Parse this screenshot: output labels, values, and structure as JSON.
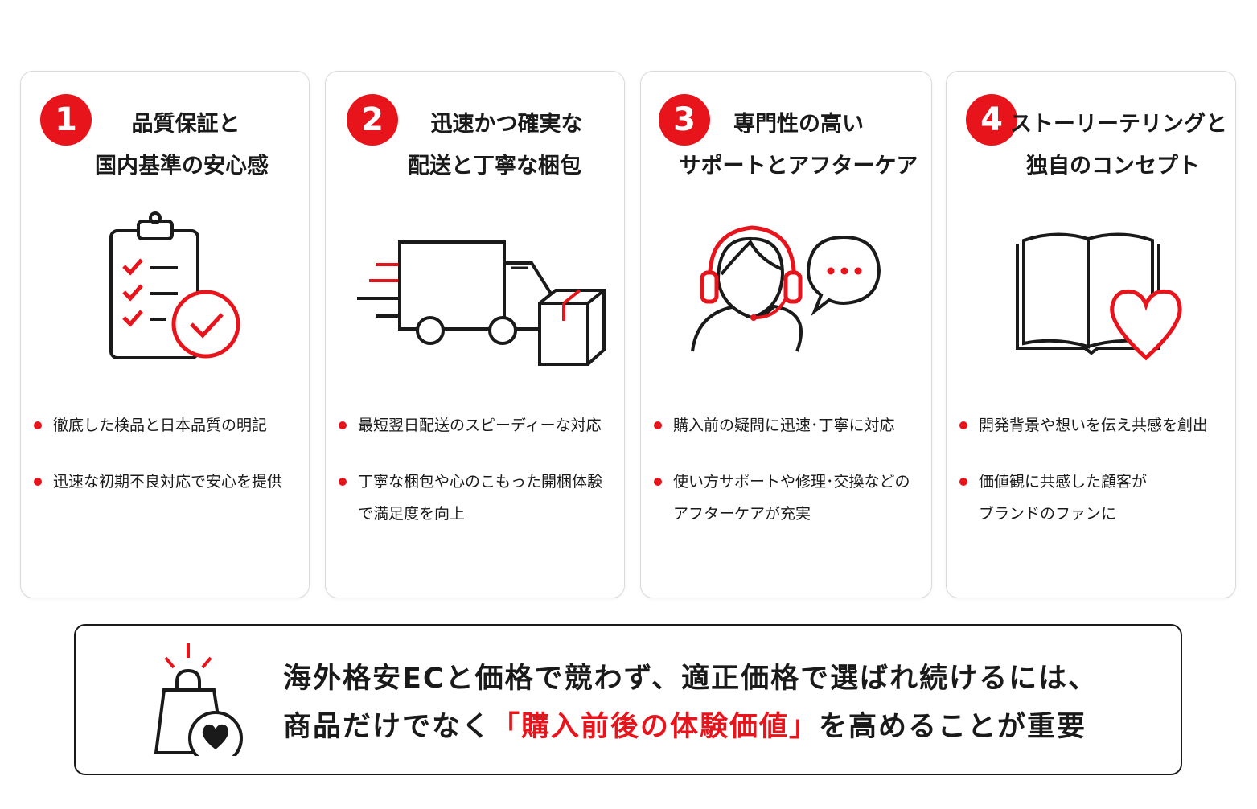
{
  "cards": [
    {
      "number": "1",
      "title_lines": [
        "品質保証と",
        "国内基準の安心感"
      ],
      "illustration_icon": "clipboard-check-icon",
      "bullets": [
        "徹底した検品と日本品質の明記",
        "迅速な初期不良対応で安心を提供"
      ]
    },
    {
      "number": "2",
      "title_lines": [
        "迅速かつ確実な",
        "配送と丁寧な梱包"
      ],
      "illustration_icon": "delivery-truck-box-icon",
      "bullets": [
        "最短翌日配送のスピーディーな対応",
        "丁寧な梱包や心のこもった開梱体験",
        "で満足度を向上"
      ]
    },
    {
      "number": "3",
      "title_lines": [
        "専門性の高い",
        "サポートとアフターケア"
      ],
      "illustration_icon": "support-agent-headset-icon",
      "bullets": [
        "購入前の疑問に迅速･丁寧に対応",
        "使い方サポートや修理･交換などの",
        "アフターケアが充実"
      ]
    },
    {
      "number": "4",
      "title_lines": [
        "ストーリーテリングと",
        "独自のコンセプト"
      ],
      "illustration_icon": "book-heart-icon",
      "bullets": [
        "開発背景や想いを伝え共感を創出",
        "価値観に共感した顧客が",
        "ブランドのファンに"
      ]
    }
  ],
  "bottom": {
    "icon": "shopping-bag-heart-icon",
    "line1": "海外格安ECと価格で競わず、適正価格で選ばれ続けるには、",
    "line2_prefix": "商品だけでなく",
    "line2_highlight": "「購入前後の体験価値」",
    "line2_suffix": "を高めることが重要"
  },
  "colors": {
    "accent": "#e8141b",
    "text": "#1a1a1a",
    "border": "#d9d9d9"
  }
}
